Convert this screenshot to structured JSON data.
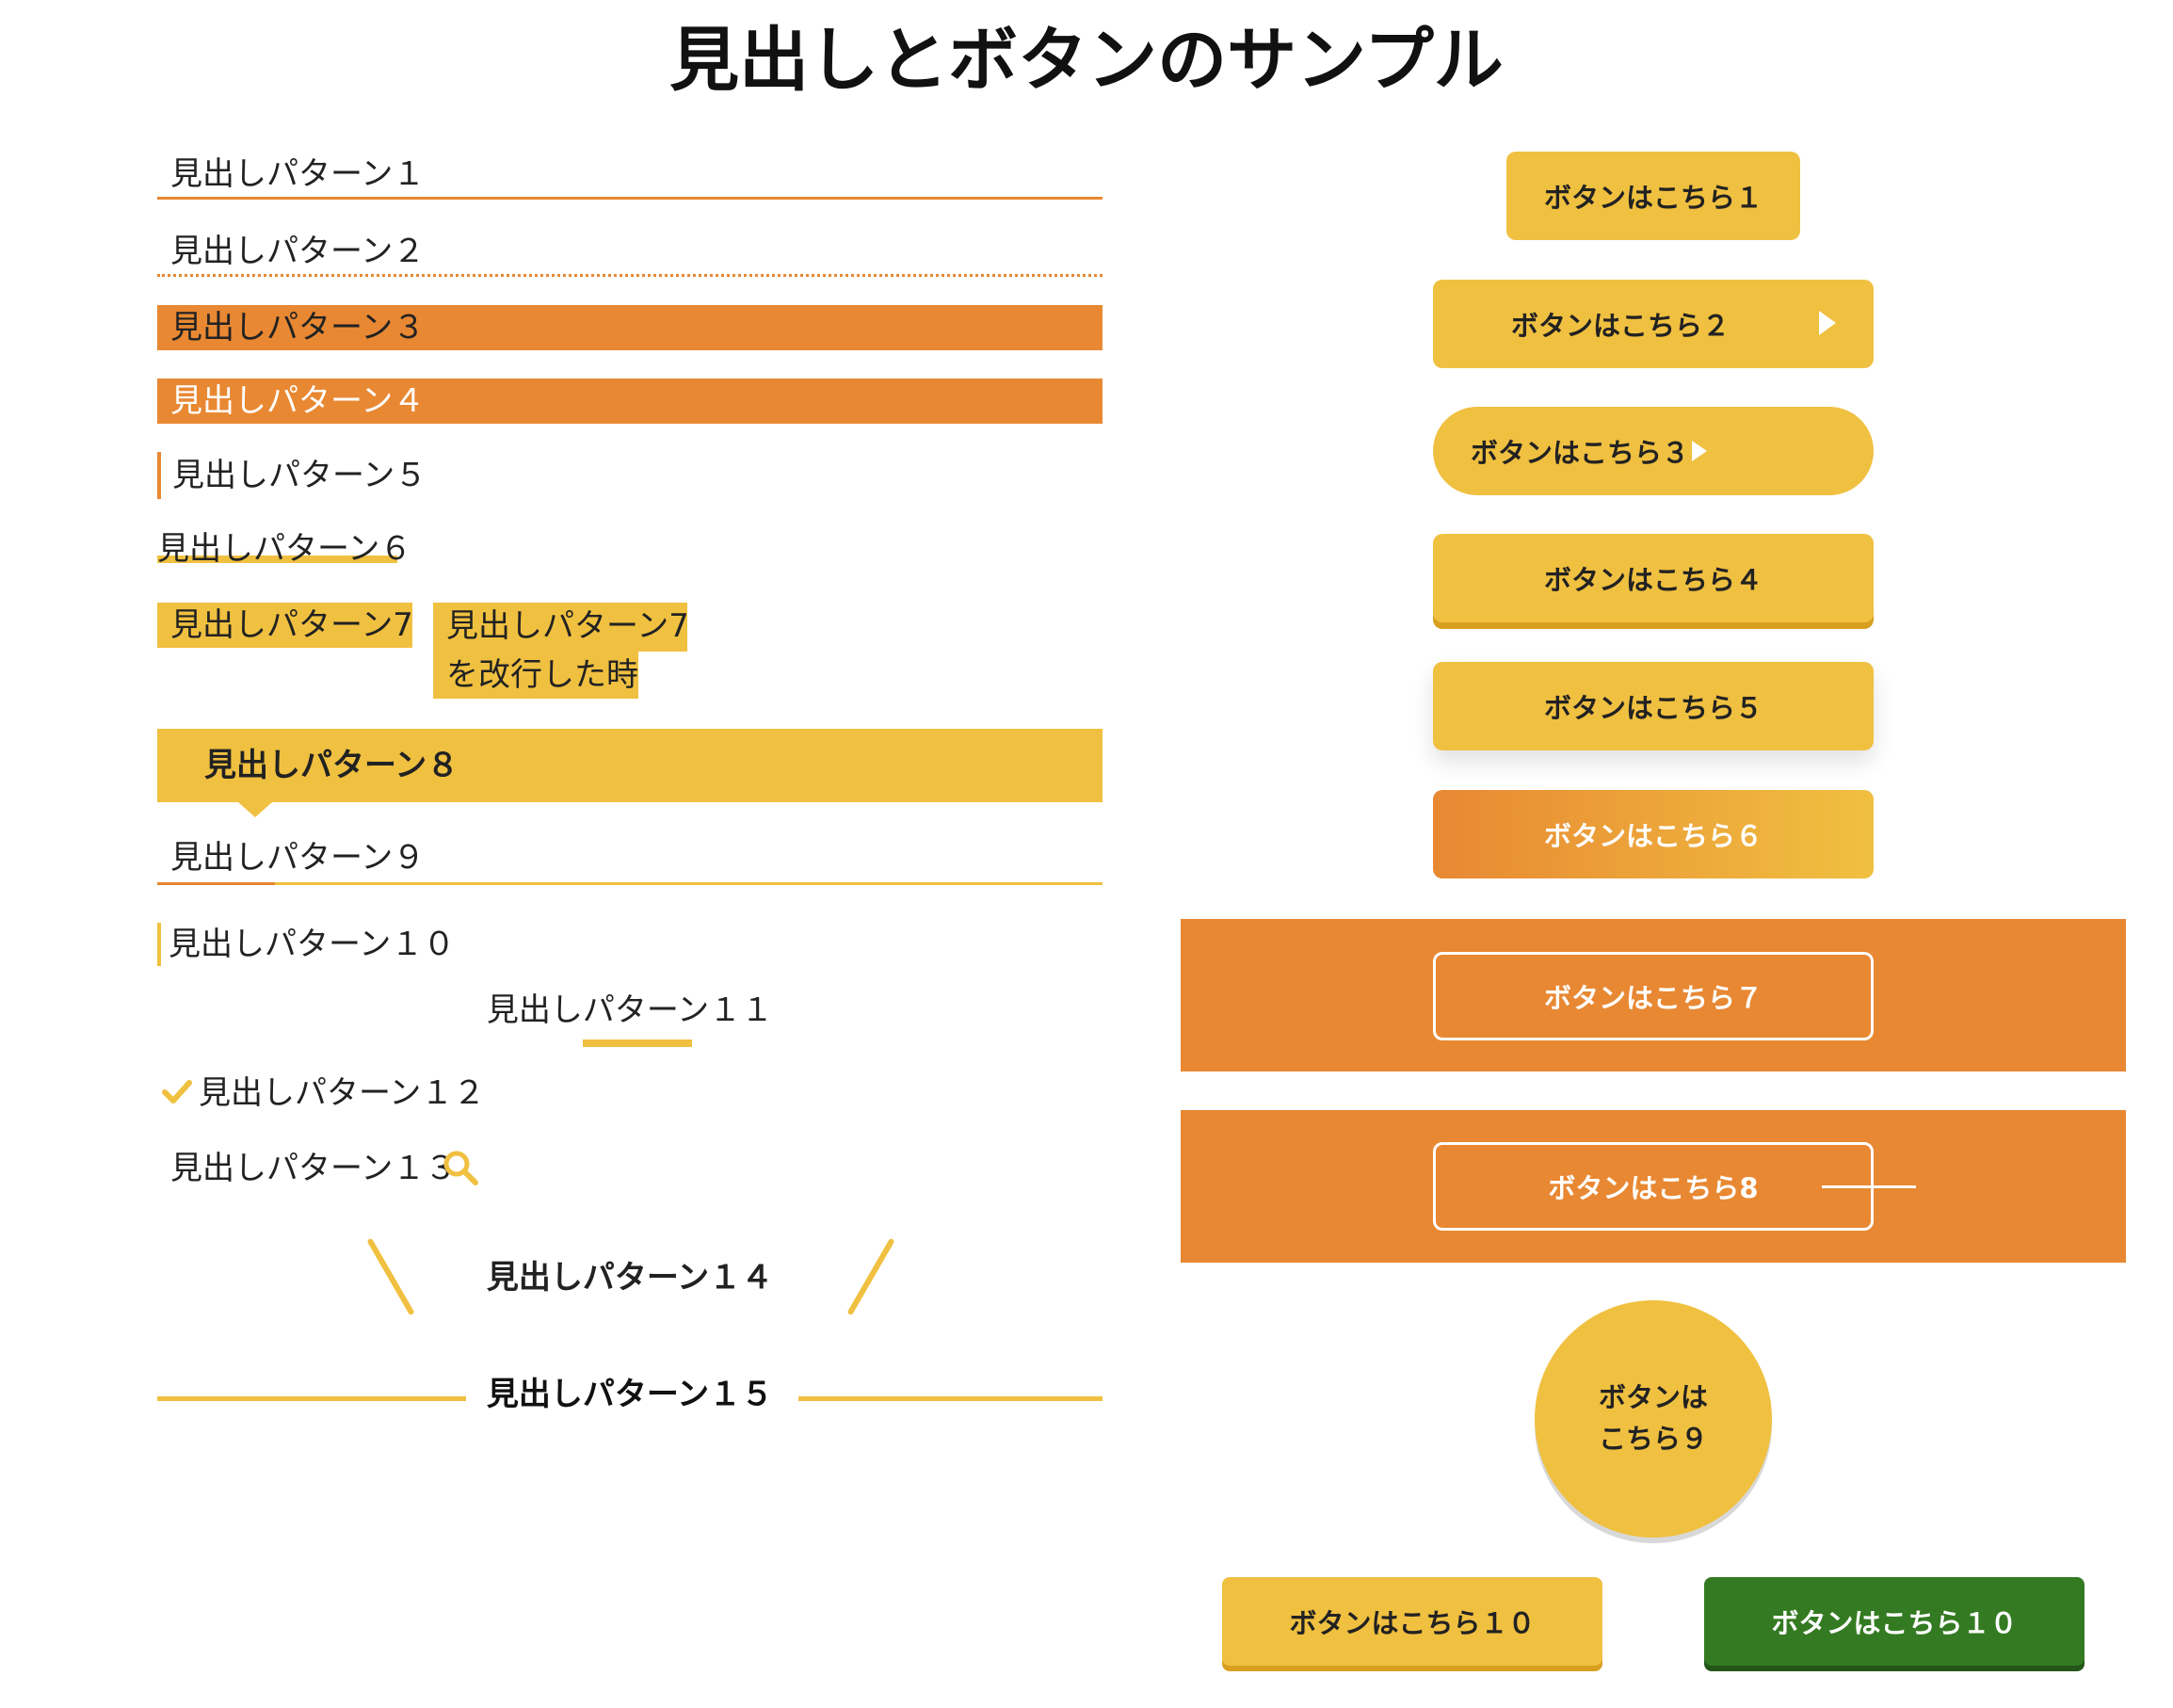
{
  "page_title": "見出しとボタンのサンプル",
  "headings": {
    "p1": "見出しパターン１",
    "p2": "見出しパターン２",
    "p3": "見出しパターン３",
    "p4": "見出しパターン４",
    "p5": "見出しパターン５",
    "p6": "見出しパターン６",
    "p7": "見出しパターン7",
    "p7b_line1": "見出しパターン7",
    "p7b_line2": "を改行した時",
    "p8": "見出しパターン８",
    "p9": "見出しパターン９",
    "p10": "見出しパターン１０",
    "p11": "見出しパターン１１",
    "p12": "見出しパターン１２",
    "p13": "見出しパターン１３",
    "p14": "見出しパターン１４",
    "p15": "見出しパターン１５"
  },
  "buttons": {
    "b1": "ボタンはこちら１",
    "b2": "ボタンはこちら２",
    "b3": "ボタンはこちら３",
    "b4": "ボタンはこちら４",
    "b5": "ボタンはこちら５",
    "b6": "ボタンはこちら６",
    "b7": "ボタンはこちら７",
    "b8": "ボタンはこちら8",
    "b9_line1": "ボタンは",
    "b9_line2": "こちら９",
    "b10_yellow": "ボタンはこちら１０",
    "b10_green": "ボタンはこちら１０"
  },
  "icons": {
    "p12": "checkmark-icon",
    "p13": "search-icon",
    "b2": "triangle-right-icon",
    "b3": "triangle-right-icon"
  },
  "colors": {
    "orange": "#e88833",
    "yellow": "#f0c040",
    "green": "#347a22"
  }
}
